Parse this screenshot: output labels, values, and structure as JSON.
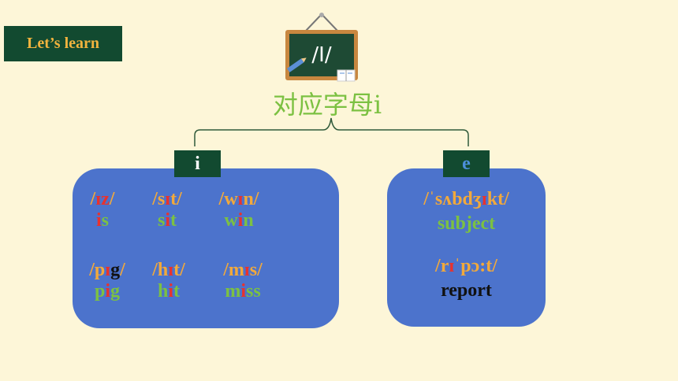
{
  "header": {
    "lets_learn": "Let’s learn"
  },
  "board": {
    "phoneme": "/I/"
  },
  "subtitle": "对应字母i",
  "letters": {
    "i": "i",
    "e": "e"
  },
  "i_words": [
    {
      "ipa": [
        "/",
        "ɪz",
        "/"
      ],
      "word": [
        "i",
        "s"
      ]
    },
    {
      "ipa": [
        "/s",
        "ɪ",
        "t/"
      ],
      "word": [
        "s",
        "i",
        "t"
      ]
    },
    {
      "ipa": [
        "/w",
        "ɪ",
        "n/"
      ],
      "word": [
        "w",
        "i",
        "n"
      ]
    },
    {
      "ipa": [
        "/p",
        "ɪ",
        "g",
        "/"
      ],
      "word": [
        "p",
        "i",
        "g"
      ]
    },
    {
      "ipa": [
        "/h",
        "ɪ",
        "t/"
      ],
      "word": [
        "h",
        "i",
        "t"
      ]
    },
    {
      "ipa": [
        "/m",
        "ɪ",
        "s/"
      ],
      "word": [
        "m",
        "i",
        "ss"
      ]
    }
  ],
  "e_words": [
    {
      "ipa": [
        "/ˈsʌbdʒ",
        "ɪ",
        "kt/"
      ],
      "word": "subject"
    },
    {
      "ipa": [
        "/r",
        "ɪ",
        "ˈpɔ:t/"
      ],
      "word": "report"
    }
  ],
  "colors": {
    "background": "#fdf6d8",
    "dark_green": "#124a30",
    "blue_box": "#4c73cc",
    "green": "#7cc142",
    "orange": "#f2a93b",
    "red": "#e8322e"
  }
}
